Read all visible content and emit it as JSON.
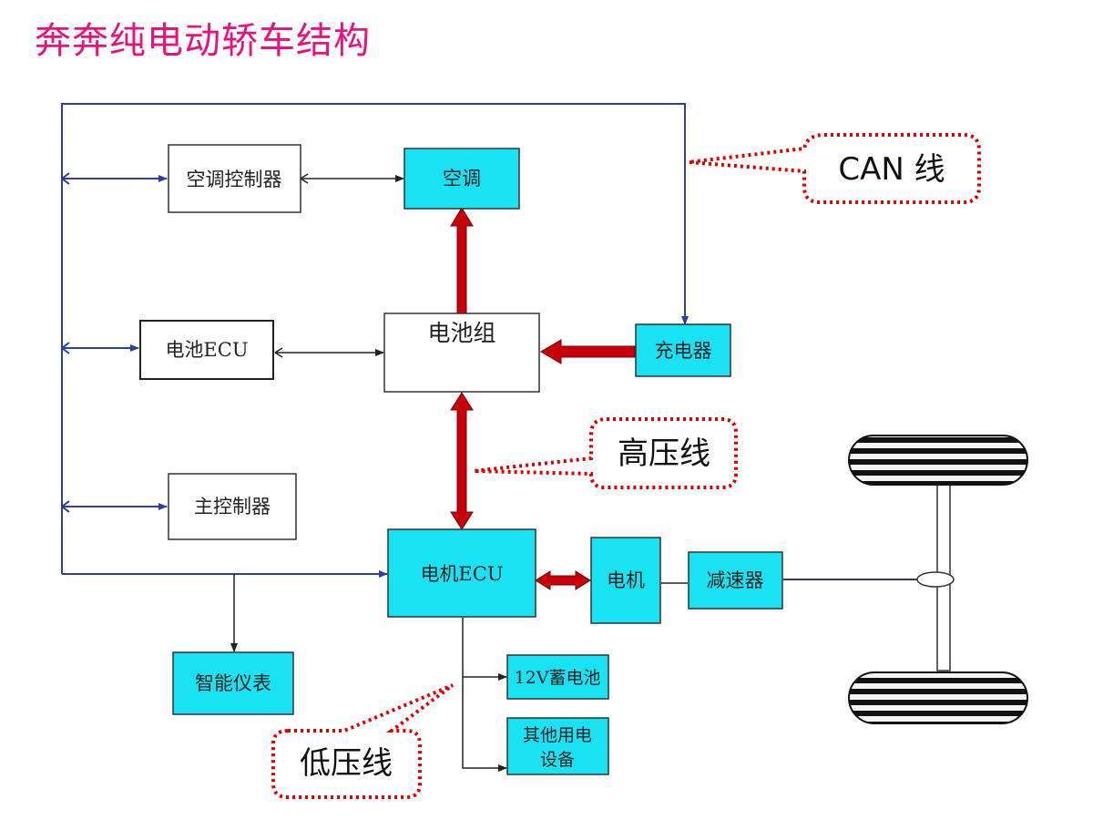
{
  "title": "奔奔纯电动轿车结构",
  "colors": {
    "title": "#e8127d",
    "can_line": "#2b3fa8",
    "hv_line": "#c8000c",
    "callout_border": "#e00000",
    "cyan_box": "#19e3f2"
  },
  "boxes": {
    "ac_controller": "空调控制器",
    "ac": "空调",
    "battery_ecu": "电池ECU",
    "battery_pack": "电池组",
    "charger": "充电器",
    "main_controller": "主控制器",
    "motor_ecu": "电机ECU",
    "motor": "电机",
    "reducer": "减速器",
    "instrument": "智能仪表",
    "battery_12v": "12V蓄电池",
    "other_devices_line1": "其他用电",
    "other_devices_line2": "设备"
  },
  "callouts": {
    "can": "CAN 线",
    "high_voltage": "高压线",
    "low_voltage": "低压线"
  }
}
